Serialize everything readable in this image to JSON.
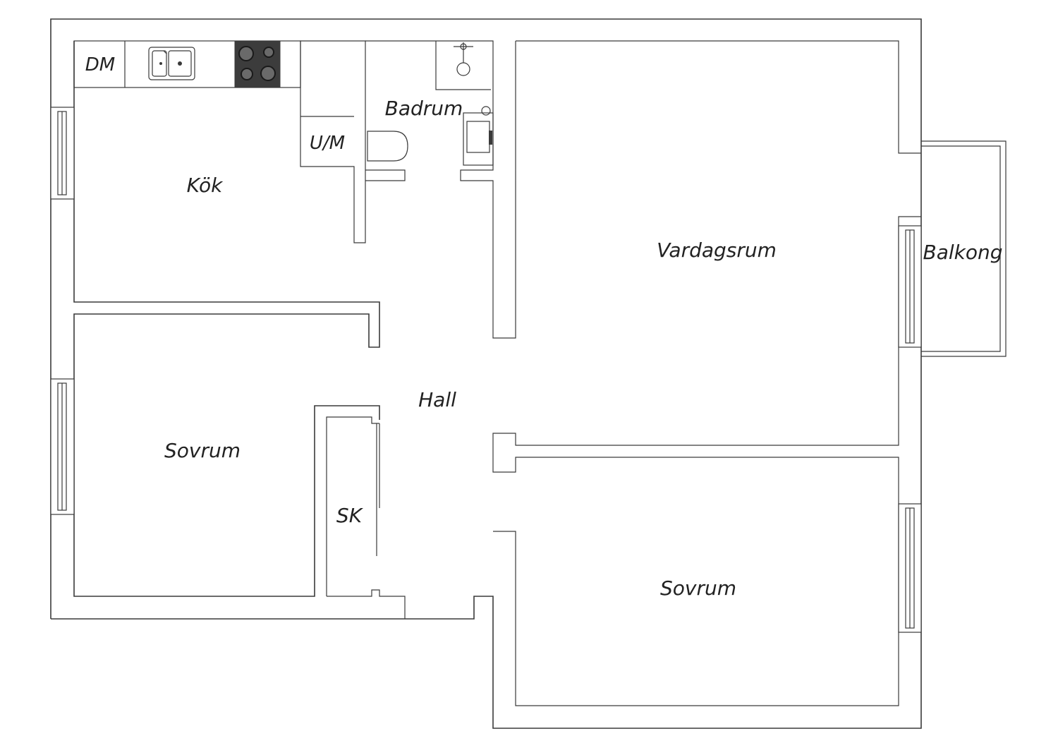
{
  "plan": {
    "rooms": {
      "kitchen": "Kök",
      "bathroom": "Badrum",
      "living": "Vardagsrum",
      "balcony": "Balkong",
      "hall": "Hall",
      "bedroom_1": "Sovrum",
      "bedroom_2": "Sovrum",
      "closet": "SK"
    },
    "fixtures": {
      "dishwasher": "DM",
      "washer": "U/M"
    }
  },
  "colors": {
    "wall": "#3a3a3a",
    "stove": "#3c3c3c",
    "background": "#ffffff"
  }
}
